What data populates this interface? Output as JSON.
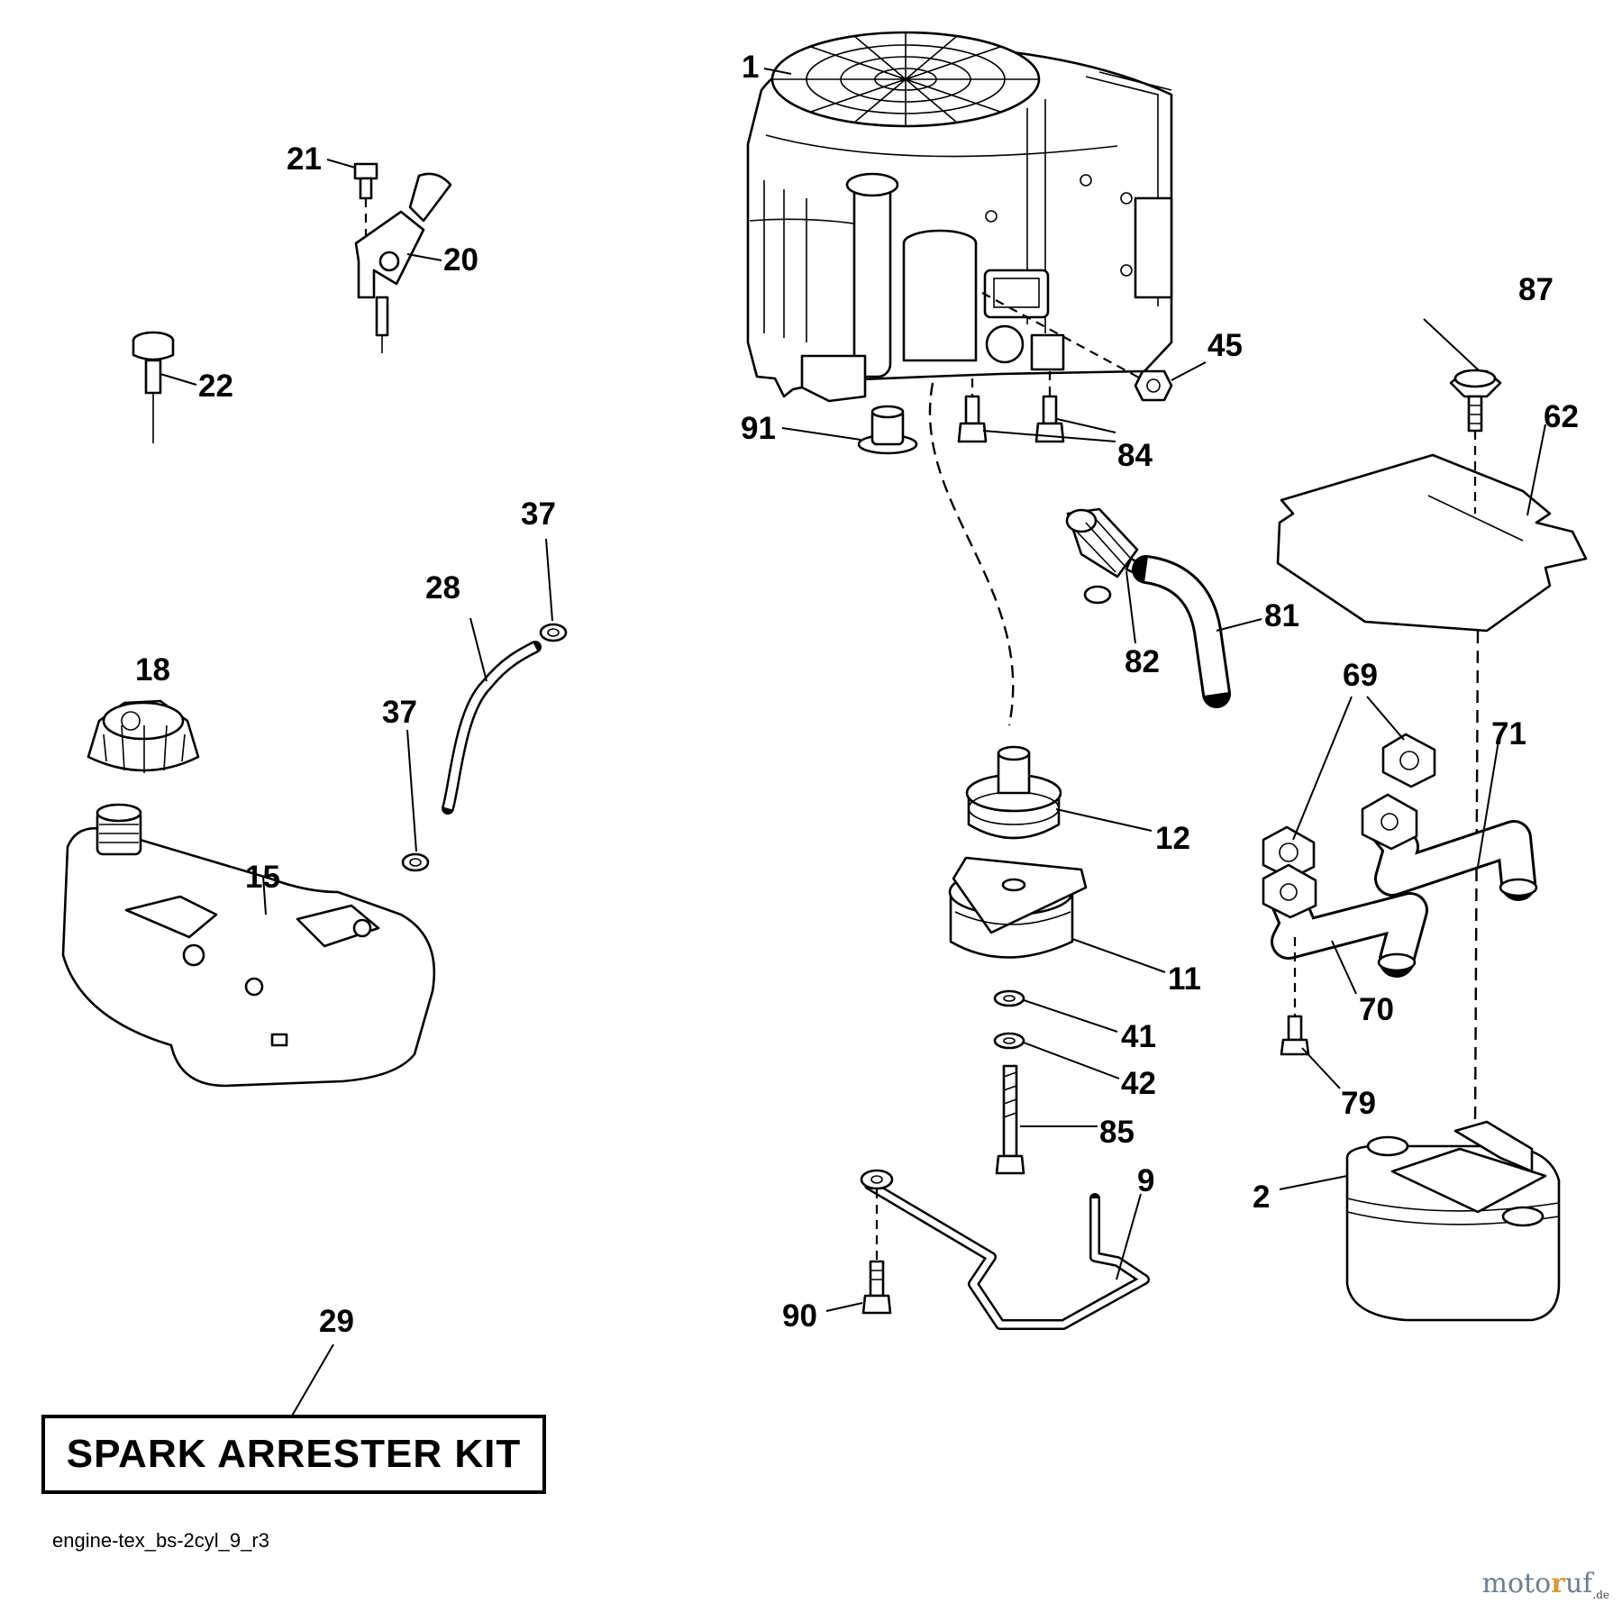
{
  "callouts": {
    "c1": "1",
    "c2": "2",
    "c9": "9",
    "c11": "11",
    "c12": "12",
    "c15": "15",
    "c18": "18",
    "c20": "20",
    "c21": "21",
    "c22": "22",
    "c28": "28",
    "c29": "29",
    "c37a": "37",
    "c37b": "37",
    "c41": "41",
    "c42": "42",
    "c45": "45",
    "c62": "62",
    "c69": "69",
    "c70": "70",
    "c71": "71",
    "c79": "79",
    "c81": "81",
    "c82": "82",
    "c84": "84",
    "c85": "85",
    "c87": "87",
    "c90": "90",
    "c91": "91"
  },
  "kit_label": "SPARK ARRESTER KIT",
  "drawing_code": "engine-tex_bs-2cyl_9_r3",
  "watermark": {
    "pre": "moto",
    "post": "uf",
    "suffix": ".de"
  }
}
